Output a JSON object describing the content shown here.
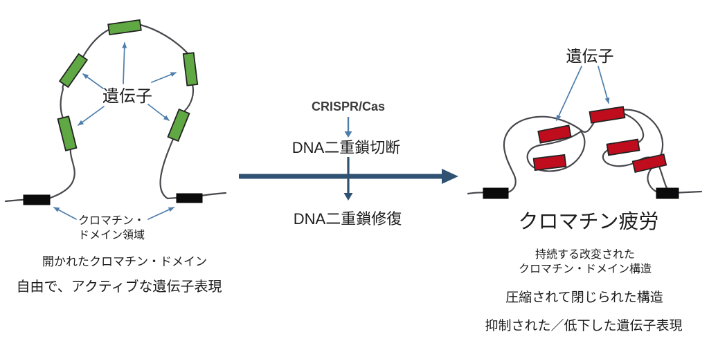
{
  "palette": {
    "gene_green": "#5fa843",
    "gene_red": "#c00d1d",
    "domain_black": "#0b0b0b",
    "strand_gray": "#47474d",
    "pointer_blue": "#4d7dab",
    "process_navy": "#2f5273"
  },
  "left_panel": {
    "gene_label": "遺伝子",
    "domain_label_line1": "クロマチン・",
    "domain_label_line2": "ドメイン領域",
    "caption_open_domain": "開かれたクロマチン・ドメイン",
    "caption_expression": "自由で、アクティブな遺伝子表現"
  },
  "center_panel": {
    "title": "CRISPR/Cas",
    "step_break": "DNA二重鎖切断",
    "step_repair": "DNA二重鎖修復"
  },
  "right_panel": {
    "gene_label": "遺伝子",
    "title": "クロマチン疲労",
    "caption_structure_line1": "持続する改変された",
    "caption_structure_line2": "クロマチン・ドメイン構造",
    "caption_compact": "圧縮されて閉じられた構造",
    "caption_suppressed": "抑制された／低下した遺伝子表現"
  }
}
